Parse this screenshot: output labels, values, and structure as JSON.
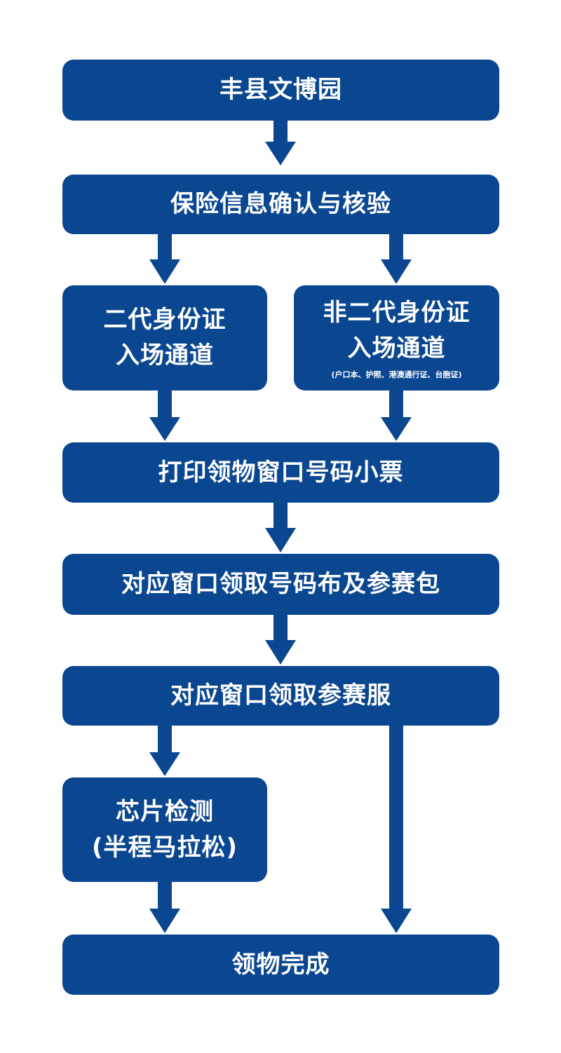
{
  "colors": {
    "box": "#0b4791",
    "arrow": "#0b4791",
    "text": "#ffffff",
    "background": "#ffffff"
  },
  "steps": {
    "venue": "丰县文博园",
    "insurance_check": "保险信息确认与核验",
    "id2_channel_line1": "二代身份证",
    "id2_channel_line2": "入场通道",
    "non_id2_channel_line1": "非二代身份证",
    "non_id2_channel_line2": "入场通道",
    "non_id2_channel_note": "(户口本、护照、港澳通行证、台胞证)",
    "print_ticket": "打印领物窗口号码小票",
    "collect_bib": "对应窗口领取号码布及参赛包",
    "collect_shirt": "对应窗口领取参赛服",
    "chip_check_line1": "芯片检测",
    "chip_check_line2": "(半程马拉松)",
    "complete": "领物完成"
  }
}
